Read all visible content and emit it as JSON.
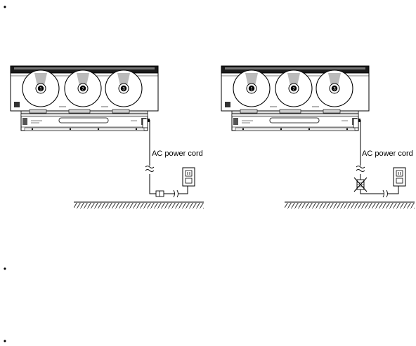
{
  "bullets": [
    "•",
    "•",
    "•"
  ],
  "diagrams": [
    {
      "cord_label": "AC power cord",
      "disc_numbers": [
        "1",
        "2",
        "3"
      ]
    },
    {
      "cord_label": "AC power cord",
      "disc_numbers": [
        "1",
        "2",
        "3"
      ]
    }
  ]
}
